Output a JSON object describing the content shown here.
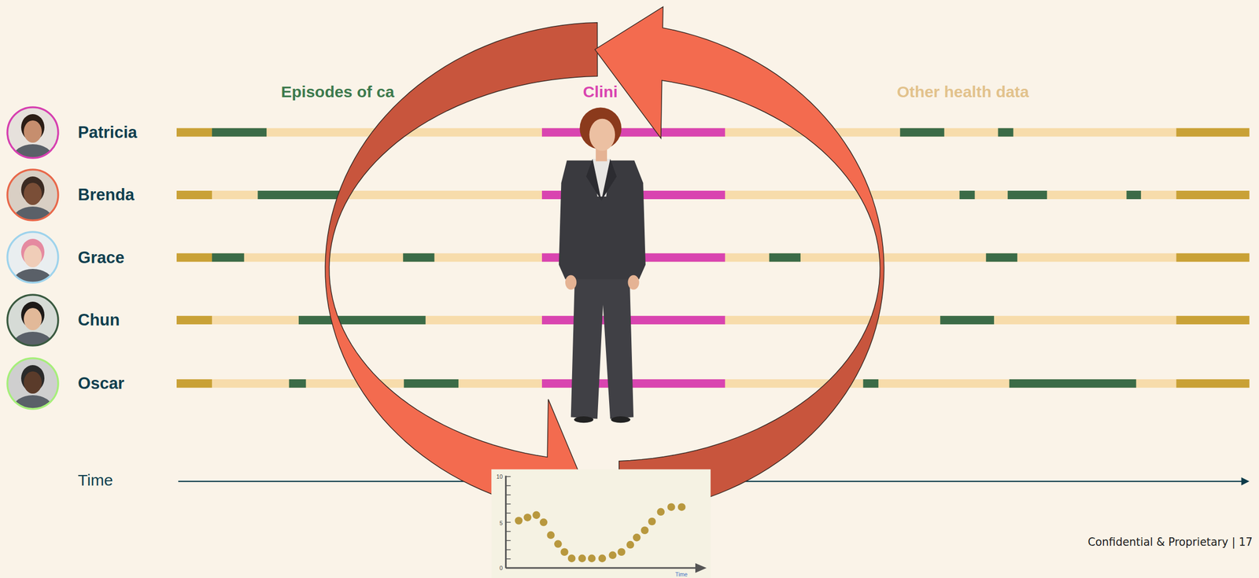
{
  "diagram": {
    "nodes": [
      {
        "text": [
          "Patricia"
        ]
      },
      {
        "text": [
          "Brenda"
        ]
      },
      {
        "text": [
          "Grace"
        ]
      },
      {
        "text": [
          "Chun"
        ]
      },
      {
        "text": [
          "Oscar"
        ]
      }
    ],
    "labels": [
      "Episodes of ca",
      "Clini",
      "Other health data",
      "Time",
      "10",
      "5",
      "0",
      "Time",
      "Confidential & Proprietary | 17"
    ]
  }
}
